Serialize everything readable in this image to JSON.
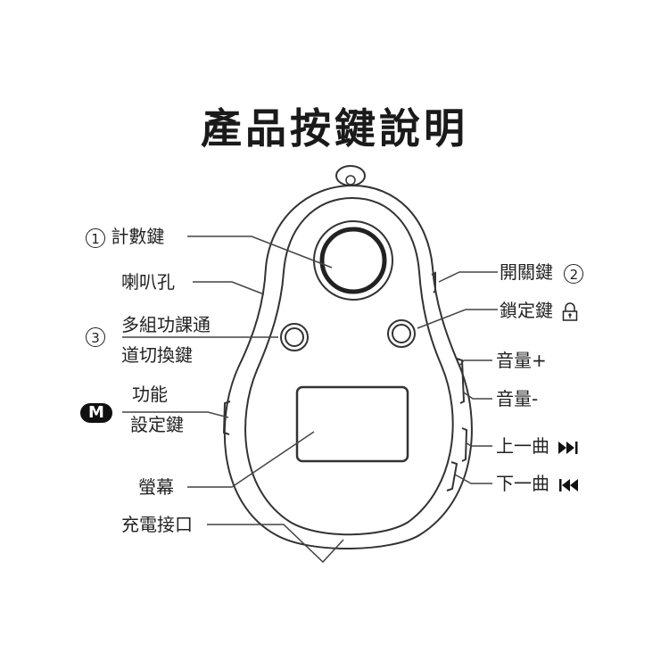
{
  "title": "產品按鍵說明",
  "labels": {
    "counter_key": "計數鍵",
    "counter_num": "1",
    "speaker": "喇叭孔",
    "multi_line1": "多組功課通",
    "multi_line2": "道切換鍵",
    "multi_num": "3",
    "func_line1": "功能",
    "func_line2": "設定鍵",
    "func_badge": "M",
    "screen": "螢幕",
    "charge": "充電接口",
    "power": "開關鍵",
    "power_num": "2",
    "lock": "鎖定鍵",
    "vol_up": "音量+",
    "vol_down": "音量-",
    "next": "上一曲",
    "prev": "下一曲"
  },
  "icons": {
    "lock": "padlock-icon",
    "next": "fast-forward-icon",
    "prev": "rewind-icon"
  }
}
